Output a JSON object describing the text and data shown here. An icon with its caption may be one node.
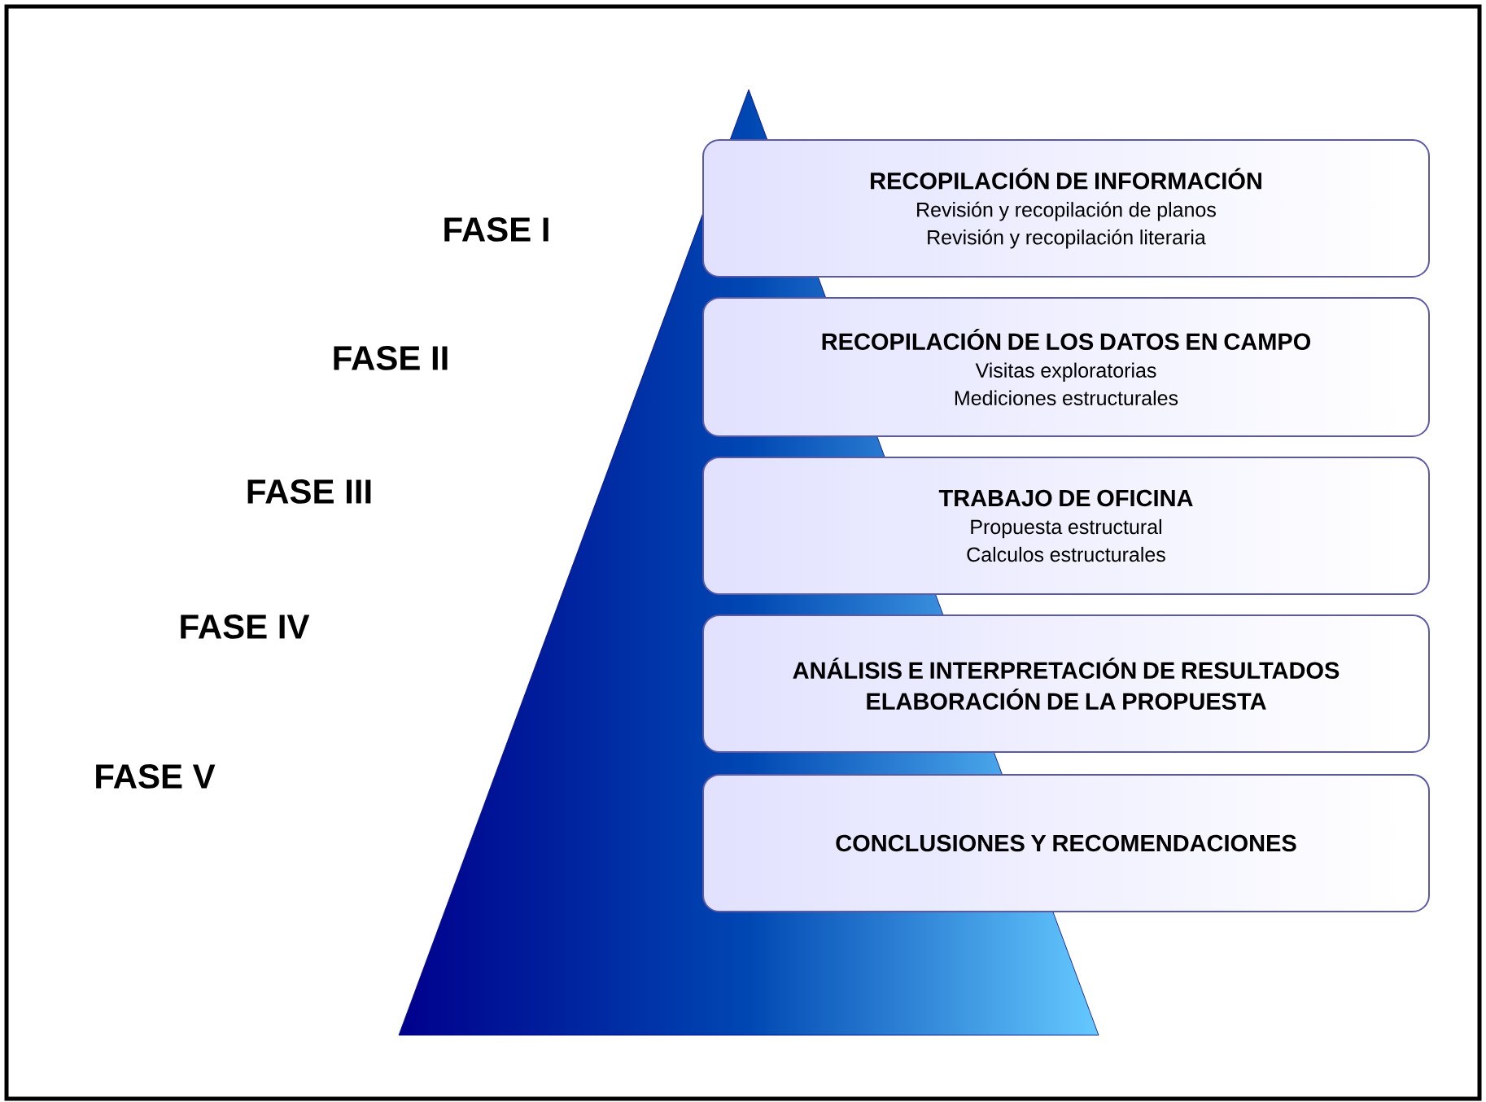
{
  "diagram": {
    "nodes": [
      {
        "text": [
          "RECOPILACIÓN DE INFORMACIÓN",
          "Revisión y recopilación de planos",
          "Revisión y recopilación literaria"
        ]
      },
      {
        "text": [
          "RECOPILACIÓN DE LOS DATOS EN CAMPO",
          "Visitas exploratorias",
          "Mediciones estructurales"
        ]
      },
      {
        "text": [
          "TRABAJO DE OFICINA",
          "Propuesta estructural",
          "Calculos estructurales"
        ]
      },
      {
        "text": [
          "ANÁLISIS E INTERPRETACIÓN DE RESULTADOS",
          "ELABORACIÓN DE LA PROPUESTA"
        ]
      },
      {
        "text": [
          "CONCLUSIONES Y RECOMENDACIONES"
        ]
      }
    ],
    "edges": [],
    "labels": [
      "FASE I",
      "FASE II",
      "FASE III",
      "FASE IV",
      "FASE V"
    ]
  }
}
